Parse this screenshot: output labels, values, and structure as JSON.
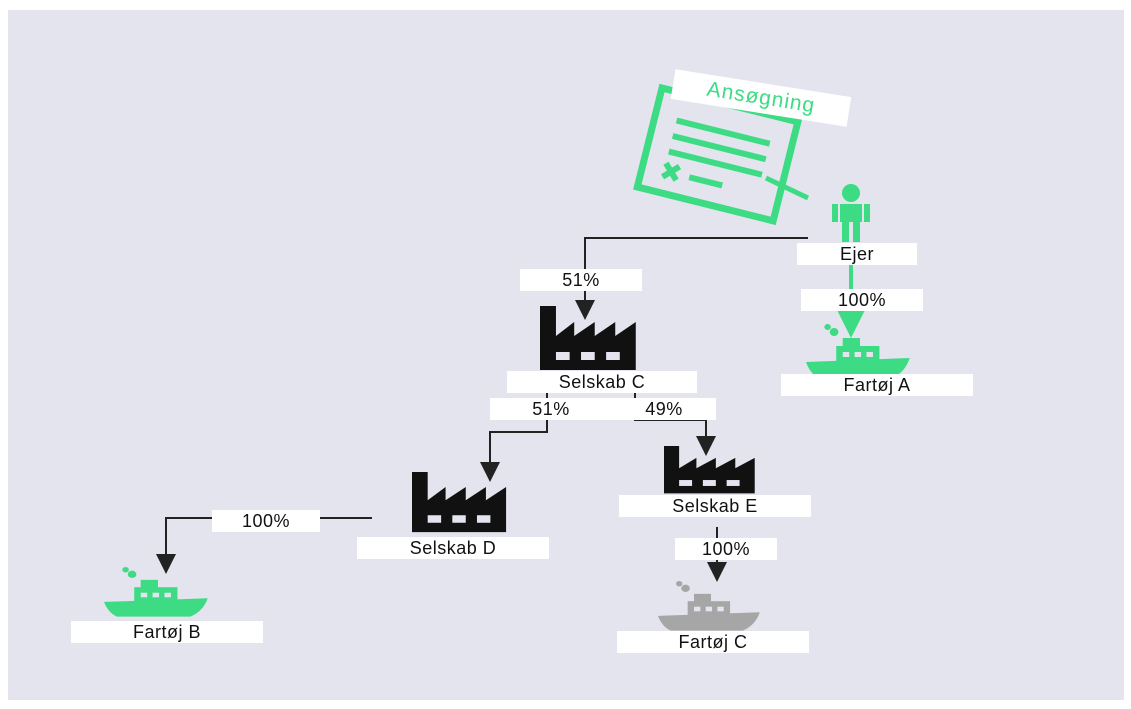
{
  "application_label": "Ansøgning",
  "owner": {
    "label": "Ejer"
  },
  "companies": {
    "c": {
      "label": "Selskab C"
    },
    "d": {
      "label": "Selskab D"
    },
    "e": {
      "label": "Selskab E"
    }
  },
  "vessels": {
    "a": {
      "label": "Fartøj A"
    },
    "b": {
      "label": "Fartøj B"
    },
    "c": {
      "label": "Fartøj C"
    }
  },
  "ownership_edges": {
    "owner_to_c": "51%",
    "owner_to_a": "100%",
    "c_to_d": "51%",
    "c_to_e": "49%",
    "d_to_b": "100%",
    "e_to_c": "100%"
  },
  "colors": {
    "background": "#e3e4ee",
    "highlight": "#3ddc84",
    "company": "#111111",
    "vessel_highlight": "#3ddc84",
    "vessel_muted": "#a6a6a6",
    "line": "#222222"
  },
  "icons": {
    "document": "document-icon",
    "owner": "person-icon",
    "company": "factory-icon",
    "vessel": "ship-icon"
  }
}
